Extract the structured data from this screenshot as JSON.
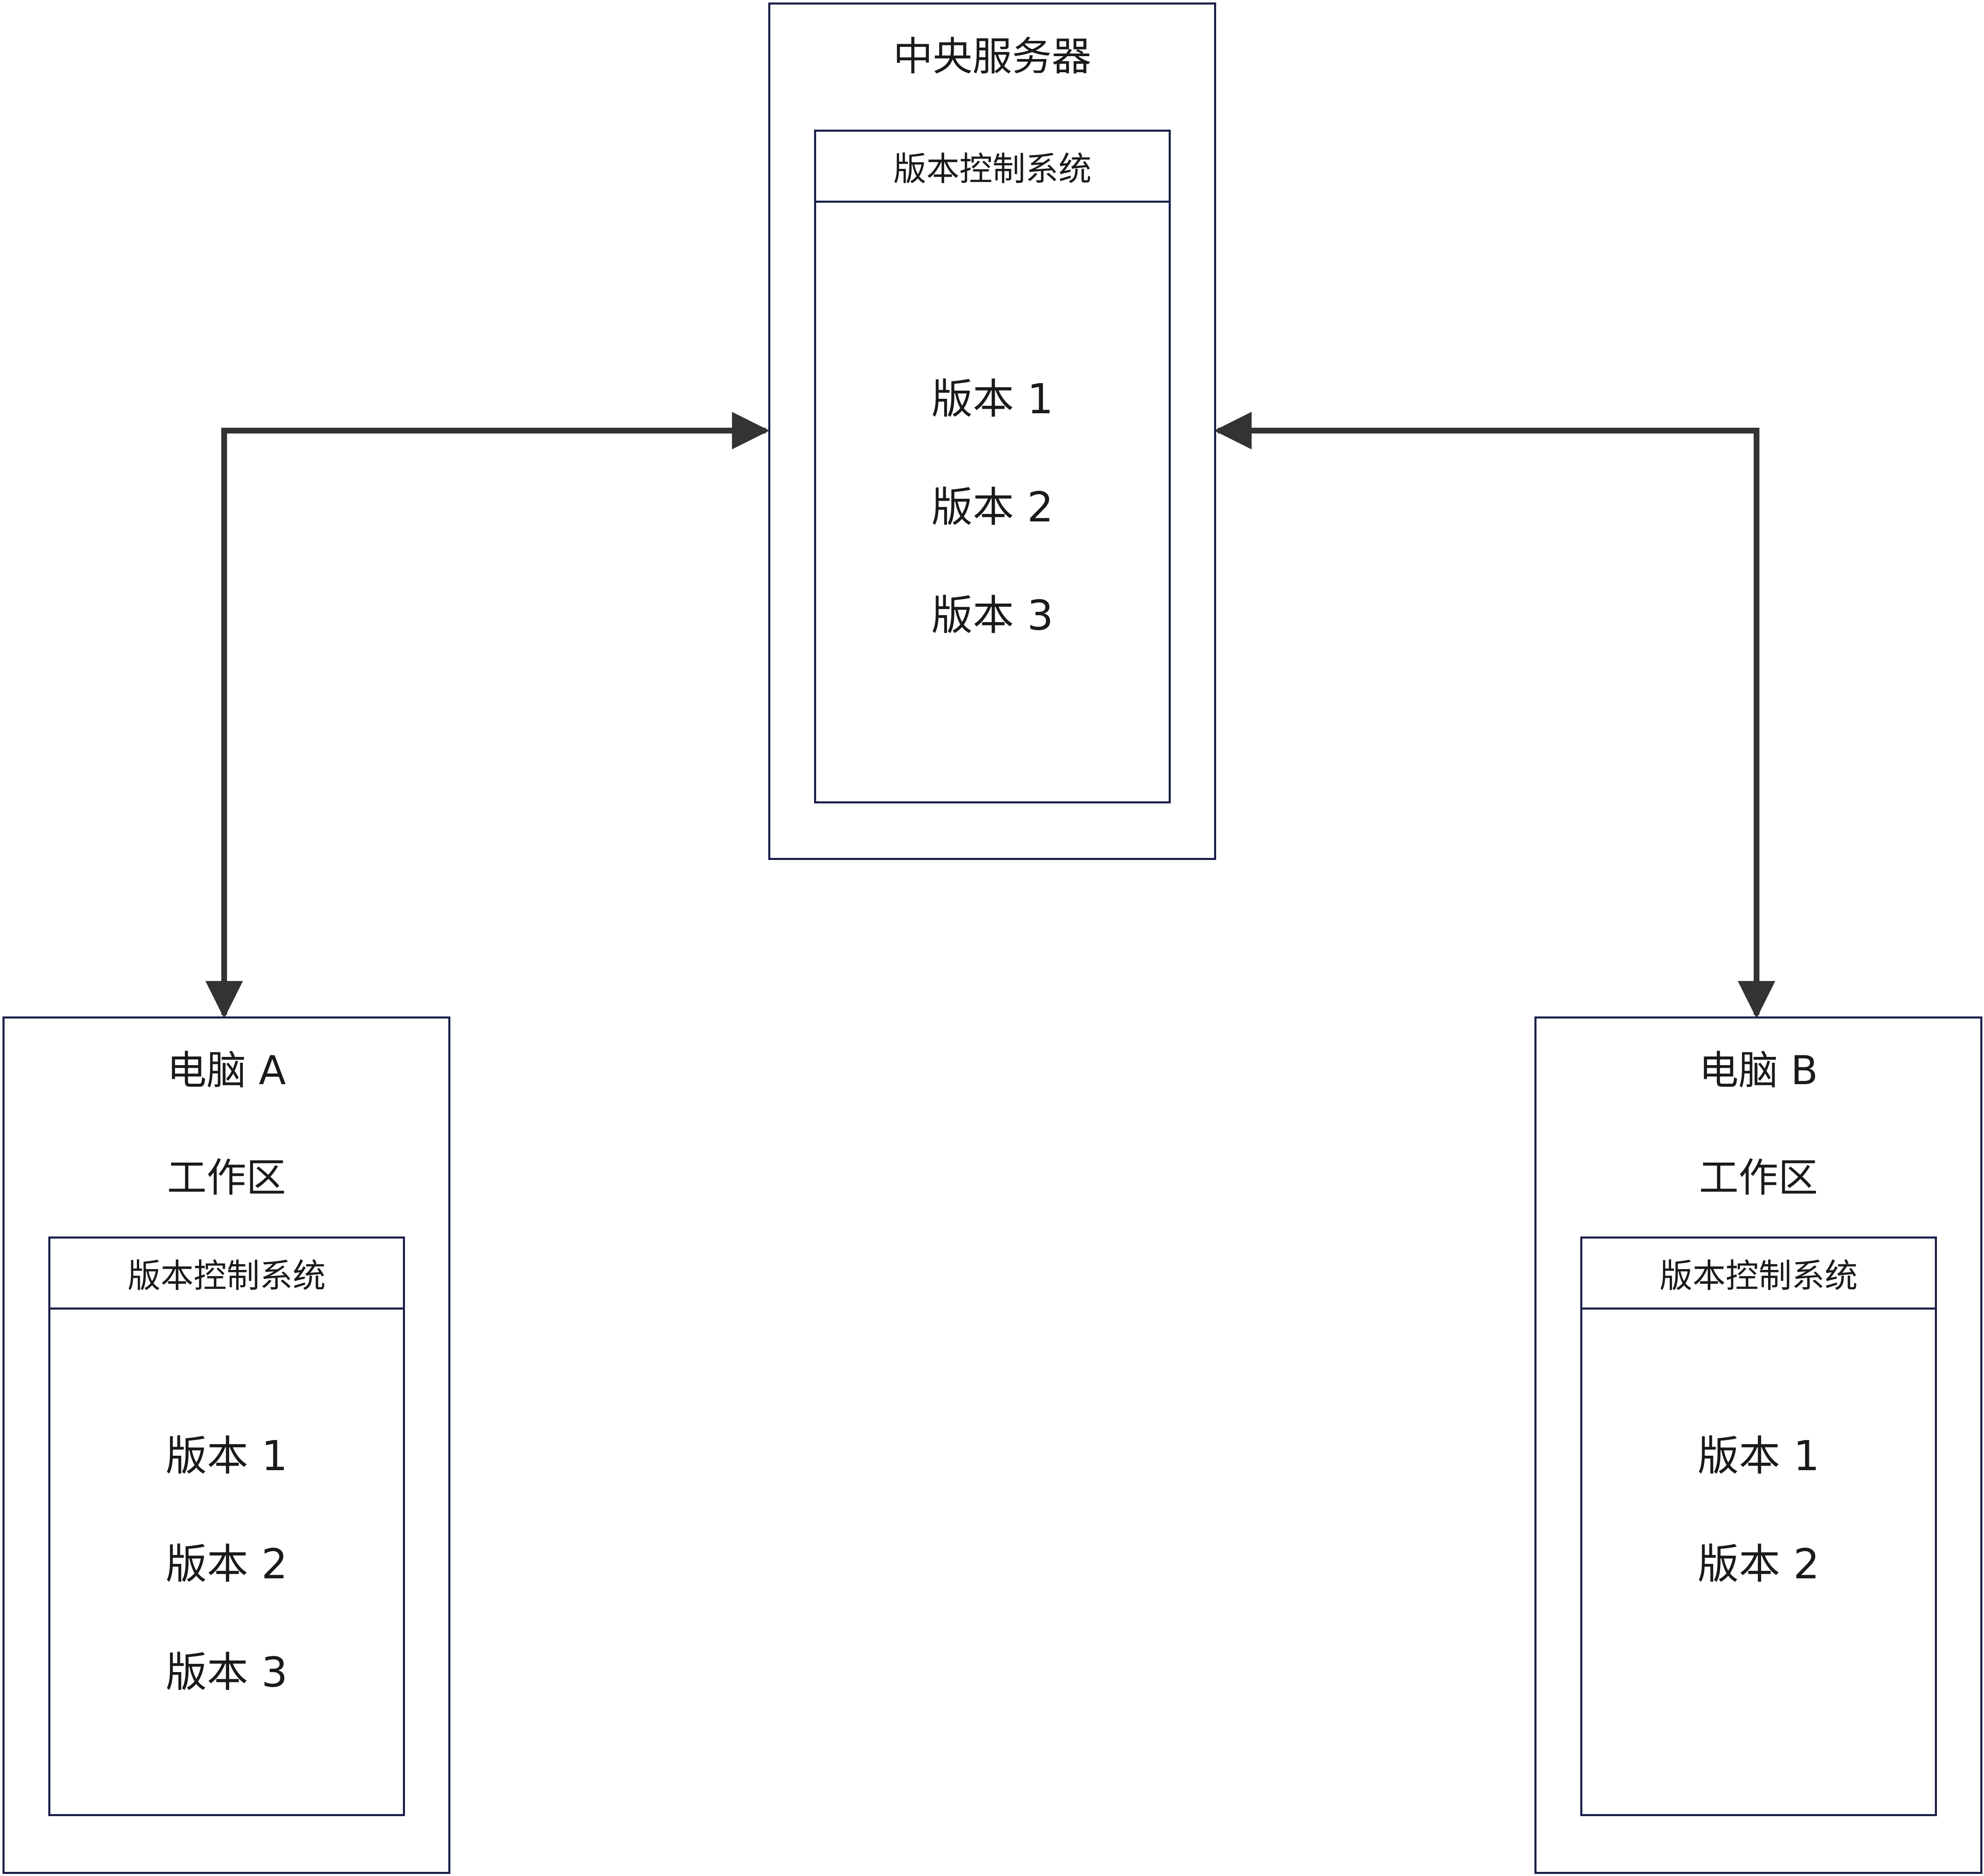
{
  "server": {
    "title": "中央服务器",
    "vcs_label": "版本控制系统",
    "versions": [
      "版本 1",
      "版本 2",
      "版本 3"
    ]
  },
  "computer_a": {
    "title": "电脑 A",
    "subtitle": "工作区",
    "vcs_label": "版本控制系统",
    "versions": [
      "版本 1",
      "版本 2",
      "版本 3"
    ]
  },
  "computer_b": {
    "title": "电脑 B",
    "subtitle": "工作区",
    "vcs_label": "版本控制系统",
    "versions": [
      "版本 1",
      "版本 2"
    ]
  },
  "colors": {
    "box_border": "#1b1f4a",
    "connector": "#333333"
  }
}
